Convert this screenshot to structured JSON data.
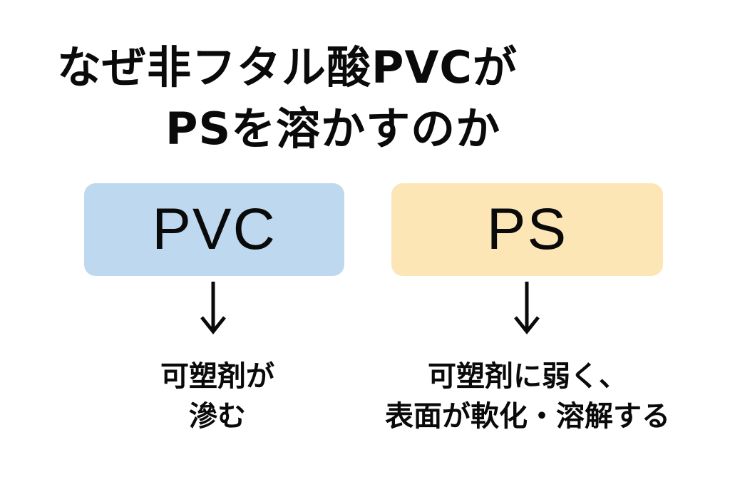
{
  "title": {
    "line1": "なぜ非フタル酸PVCが",
    "line2": "PSを溶かすのか"
  },
  "boxes": [
    {
      "label": "PVC",
      "color": "#bdd8ef",
      "arrow_icon": "arrow-down-icon",
      "result_lines": [
        "可塑剤が",
        "滲む"
      ]
    },
    {
      "label": "PS",
      "color": "#fde6b6",
      "arrow_icon": "arrow-down-icon",
      "result_lines": [
        "可塑剤に弱く、",
        "表面が軟化・溶解する"
      ]
    }
  ],
  "colors": {
    "background": "#ffffff",
    "text": "#0a0a0a"
  }
}
